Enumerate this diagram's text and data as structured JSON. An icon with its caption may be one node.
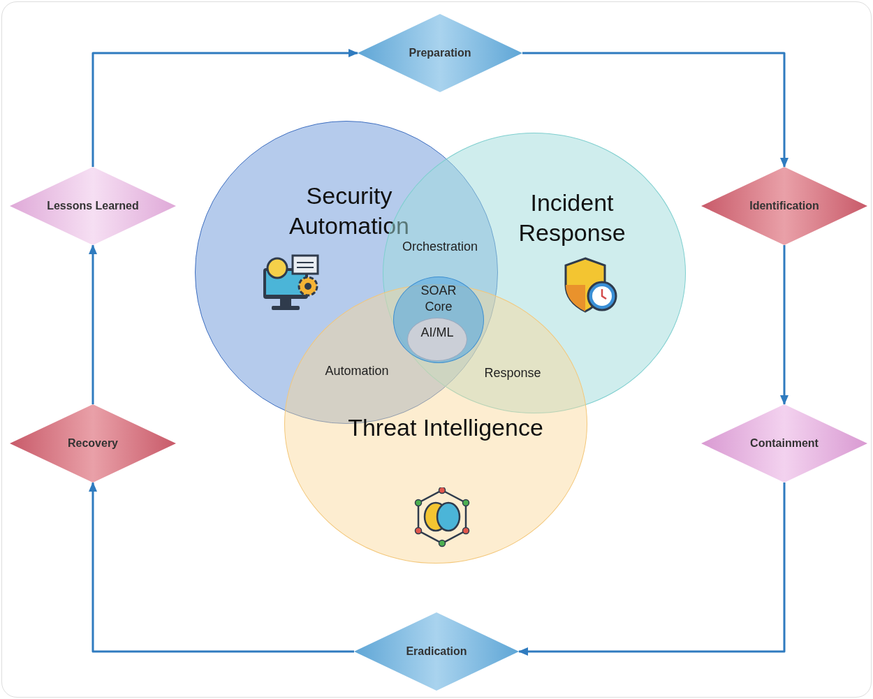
{
  "diagram": {
    "nodes": [
      {
        "text": [
          "Preparation"
        ]
      },
      {
        "text": [
          "Identification"
        ]
      },
      {
        "text": [
          "Containment"
        ]
      },
      {
        "text": [
          "Eradication"
        ]
      },
      {
        "text": [
          "Recovery"
        ]
      },
      {
        "text": [
          "Lessons Learned"
        ]
      },
      {
        "text": [
          "Security Automation"
        ]
      },
      {
        "text": [
          "Incident Response"
        ]
      },
      {
        "text": [
          "Threat Intelligence"
        ]
      },
      {
        "text": [
          "SOAR Core"
        ]
      },
      {
        "text": [
          "AI/ML"
        ],
        "in": 9
      }
    ],
    "edges": [
      {
        "from": 0,
        "to": 1,
        "arrow": "to"
      },
      {
        "from": 1,
        "to": 2,
        "arrow": "to"
      },
      {
        "from": 2,
        "to": 3,
        "arrow": "to"
      },
      {
        "from": 3,
        "to": 4,
        "arrow": "to"
      },
      {
        "from": 4,
        "to": 5,
        "arrow": "to"
      },
      {
        "from": 5,
        "to": 0,
        "arrow": "to"
      }
    ],
    "labels": [
      "Orchestration",
      "Automation",
      "Response"
    ]
  }
}
